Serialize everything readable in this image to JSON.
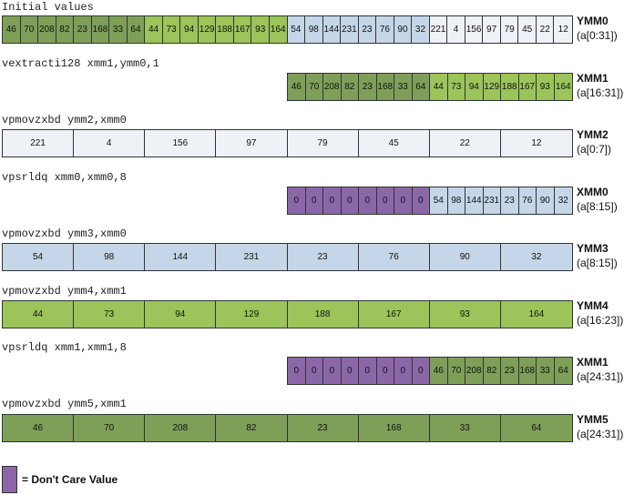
{
  "colors": {
    "dark_green": "#7e9f58",
    "light_green": "#9bc45a",
    "light_blue": "#c4d6e8",
    "light_gray": "#eef1f6",
    "purple": "#8c67a8"
  },
  "legend": {
    "text": "= Don't Care Value",
    "color": "purple"
  },
  "rows": [
    {
      "caption": "Initial values",
      "register": "YMM0",
      "range": "(a[0:31])",
      "cells": [
        {
          "v": "46",
          "c": "dark_green"
        },
        {
          "v": "70",
          "c": "dark_green"
        },
        {
          "v": "208",
          "c": "dark_green"
        },
        {
          "v": "82",
          "c": "dark_green"
        },
        {
          "v": "23",
          "c": "dark_green"
        },
        {
          "v": "168",
          "c": "dark_green"
        },
        {
          "v": "33",
          "c": "dark_green"
        },
        {
          "v": "64",
          "c": "dark_green"
        },
        {
          "v": "44",
          "c": "light_green"
        },
        {
          "v": "73",
          "c": "light_green"
        },
        {
          "v": "94",
          "c": "light_green"
        },
        {
          "v": "129",
          "c": "light_green"
        },
        {
          "v": "188",
          "c": "light_green"
        },
        {
          "v": "167",
          "c": "light_green"
        },
        {
          "v": "93",
          "c": "light_green"
        },
        {
          "v": "164",
          "c": "light_green"
        },
        {
          "v": "54",
          "c": "light_blue"
        },
        {
          "v": "98",
          "c": "light_blue"
        },
        {
          "v": "144",
          "c": "light_blue"
        },
        {
          "v": "231",
          "c": "light_blue"
        },
        {
          "v": "23",
          "c": "light_blue"
        },
        {
          "v": "76",
          "c": "light_blue"
        },
        {
          "v": "90",
          "c": "light_blue"
        },
        {
          "v": "32",
          "c": "light_blue"
        },
        {
          "v": "221",
          "c": "light_gray"
        },
        {
          "v": "4",
          "c": "light_gray"
        },
        {
          "v": "156",
          "c": "light_gray"
        },
        {
          "v": "97",
          "c": "light_gray"
        },
        {
          "v": "79",
          "c": "light_gray"
        },
        {
          "v": "45",
          "c": "light_gray"
        },
        {
          "v": "22",
          "c": "light_gray"
        },
        {
          "v": "12",
          "c": "light_gray"
        }
      ]
    },
    {
      "caption": "vextracti128 xmm1,ymm0,1",
      "register": "XMM1",
      "range": "(a[16:31])",
      "cells": [
        {
          "v": "46",
          "c": "dark_green"
        },
        {
          "v": "70",
          "c": "dark_green"
        },
        {
          "v": "208",
          "c": "dark_green"
        },
        {
          "v": "82",
          "c": "dark_green"
        },
        {
          "v": "23",
          "c": "dark_green"
        },
        {
          "v": "168",
          "c": "dark_green"
        },
        {
          "v": "33",
          "c": "dark_green"
        },
        {
          "v": "64",
          "c": "dark_green"
        },
        {
          "v": "44",
          "c": "light_green"
        },
        {
          "v": "73",
          "c": "light_green"
        },
        {
          "v": "94",
          "c": "light_green"
        },
        {
          "v": "129",
          "c": "light_green"
        },
        {
          "v": "188",
          "c": "light_green"
        },
        {
          "v": "167",
          "c": "light_green"
        },
        {
          "v": "93",
          "c": "light_green"
        },
        {
          "v": "164",
          "c": "light_green"
        }
      ]
    },
    {
      "caption": "vpmovzxbd ymm2,xmm0",
      "register": "YMM2",
      "range": "(a[0:7])",
      "cells": [
        {
          "v": "221",
          "c": "light_gray"
        },
        {
          "v": "4",
          "c": "light_gray"
        },
        {
          "v": "156",
          "c": "light_gray"
        },
        {
          "v": "97",
          "c": "light_gray"
        },
        {
          "v": "79",
          "c": "light_gray"
        },
        {
          "v": "45",
          "c": "light_gray"
        },
        {
          "v": "22",
          "c": "light_gray"
        },
        {
          "v": "12",
          "c": "light_gray"
        }
      ]
    },
    {
      "caption": "vpsrldq xmm0,xmm0,8",
      "register": "XMM0",
      "range": "(a[8:15])",
      "cells": [
        {
          "v": "0",
          "c": "purple"
        },
        {
          "v": "0",
          "c": "purple"
        },
        {
          "v": "0",
          "c": "purple"
        },
        {
          "v": "0",
          "c": "purple"
        },
        {
          "v": "0",
          "c": "purple"
        },
        {
          "v": "0",
          "c": "purple"
        },
        {
          "v": "0",
          "c": "purple"
        },
        {
          "v": "0",
          "c": "purple"
        },
        {
          "v": "54",
          "c": "light_blue"
        },
        {
          "v": "98",
          "c": "light_blue"
        },
        {
          "v": "144",
          "c": "light_blue"
        },
        {
          "v": "231",
          "c": "light_blue"
        },
        {
          "v": "23",
          "c": "light_blue"
        },
        {
          "v": "76",
          "c": "light_blue"
        },
        {
          "v": "90",
          "c": "light_blue"
        },
        {
          "v": "32",
          "c": "light_blue"
        }
      ]
    },
    {
      "caption": "vpmovzxbd ymm3,xmm0",
      "register": "YMM3",
      "range": "(a[8:15])",
      "cells": [
        {
          "v": "54",
          "c": "light_blue"
        },
        {
          "v": "98",
          "c": "light_blue"
        },
        {
          "v": "144",
          "c": "light_blue"
        },
        {
          "v": "231",
          "c": "light_blue"
        },
        {
          "v": "23",
          "c": "light_blue"
        },
        {
          "v": "76",
          "c": "light_blue"
        },
        {
          "v": "90",
          "c": "light_blue"
        },
        {
          "v": "32",
          "c": "light_blue"
        }
      ]
    },
    {
      "caption": "vpmovzxbd ymm4,xmm1",
      "register": "YMM4",
      "range": "(a[16:23])",
      "cells": [
        {
          "v": "44",
          "c": "light_green"
        },
        {
          "v": "73",
          "c": "light_green"
        },
        {
          "v": "94",
          "c": "light_green"
        },
        {
          "v": "129",
          "c": "light_green"
        },
        {
          "v": "188",
          "c": "light_green"
        },
        {
          "v": "167",
          "c": "light_green"
        },
        {
          "v": "93",
          "c": "light_green"
        },
        {
          "v": "164",
          "c": "light_green"
        }
      ]
    },
    {
      "caption": "vpsrldq xmm1,xmm1,8",
      "register": "XMM1",
      "range": "(a[24:31])",
      "cells": [
        {
          "v": "0",
          "c": "purple"
        },
        {
          "v": "0",
          "c": "purple"
        },
        {
          "v": "0",
          "c": "purple"
        },
        {
          "v": "0",
          "c": "purple"
        },
        {
          "v": "0",
          "c": "purple"
        },
        {
          "v": "0",
          "c": "purple"
        },
        {
          "v": "0",
          "c": "purple"
        },
        {
          "v": "0",
          "c": "purple"
        },
        {
          "v": "46",
          "c": "dark_green"
        },
        {
          "v": "70",
          "c": "dark_green"
        },
        {
          "v": "208",
          "c": "dark_green"
        },
        {
          "v": "82",
          "c": "dark_green"
        },
        {
          "v": "23",
          "c": "dark_green"
        },
        {
          "v": "168",
          "c": "dark_green"
        },
        {
          "v": "33",
          "c": "dark_green"
        },
        {
          "v": "64",
          "c": "dark_green"
        }
      ]
    },
    {
      "caption": "vpmovzxbd ymm5,xmm1",
      "register": "YMM5",
      "range": "(a[24:31])",
      "cells": [
        {
          "v": "46",
          "c": "dark_green"
        },
        {
          "v": "70",
          "c": "dark_green"
        },
        {
          "v": "208",
          "c": "dark_green"
        },
        {
          "v": "82",
          "c": "dark_green"
        },
        {
          "v": "23",
          "c": "dark_green"
        },
        {
          "v": "168",
          "c": "dark_green"
        },
        {
          "v": "33",
          "c": "dark_green"
        },
        {
          "v": "64",
          "c": "dark_green"
        }
      ]
    }
  ]
}
